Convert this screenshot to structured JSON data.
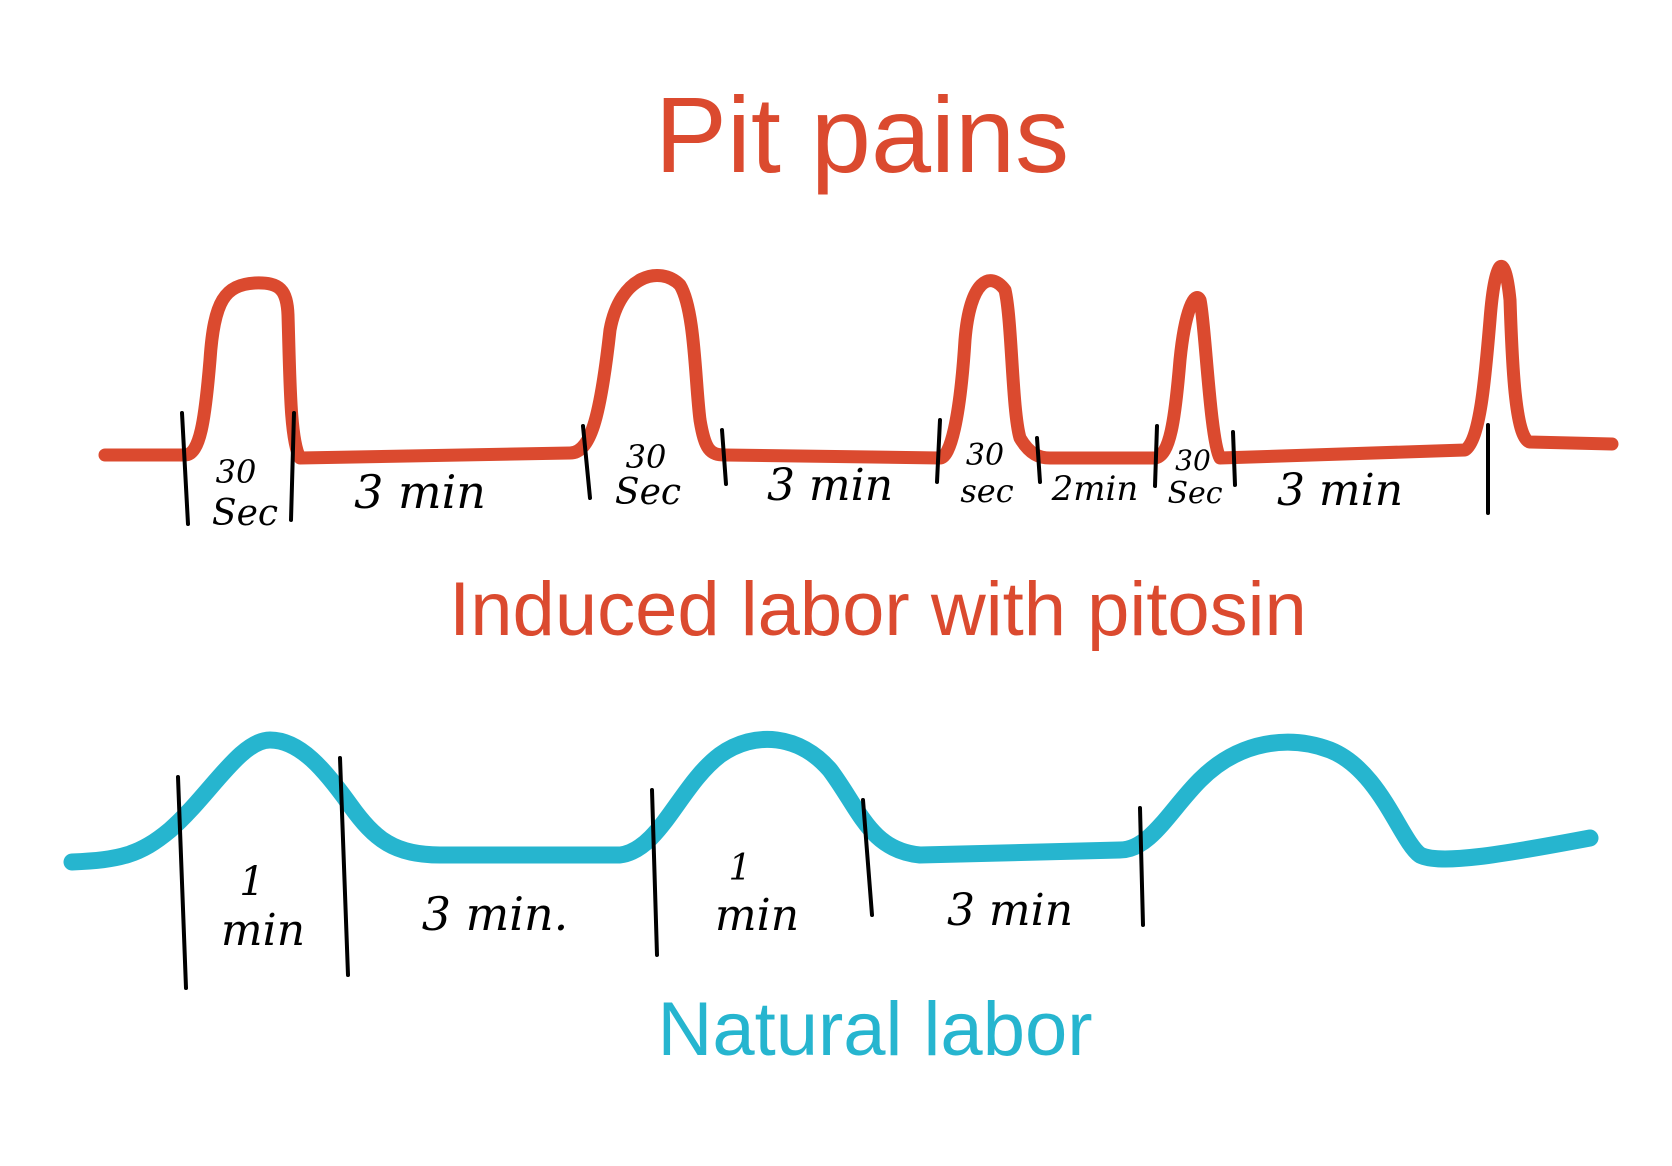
{
  "title": "Pit pains",
  "colors": {
    "induced": "#db4a2f",
    "natural": "#26b5cf",
    "ink": "#000000"
  },
  "induced": {
    "caption": "Induced labor with pitosin",
    "labels": [
      {
        "line1": "30",
        "line2": "Sec"
      },
      {
        "line1": "3 min",
        "line2": ""
      },
      {
        "line1": "30",
        "line2": "Sec"
      },
      {
        "line1": "3 min",
        "line2": ""
      },
      {
        "line1": "30",
        "line2": "sec"
      },
      {
        "line1": "2min",
        "line2": ""
      },
      {
        "line1": "30",
        "line2": "Sec"
      },
      {
        "line1": "3 min",
        "line2": ""
      }
    ]
  },
  "natural": {
    "caption": "Natural labor",
    "labels": [
      {
        "line1": "1",
        "line2": "min"
      },
      {
        "line1": "3 min.",
        "line2": ""
      },
      {
        "line1": "1",
        "line2": "min"
      },
      {
        "line1": "3 min",
        "line2": ""
      }
    ]
  }
}
